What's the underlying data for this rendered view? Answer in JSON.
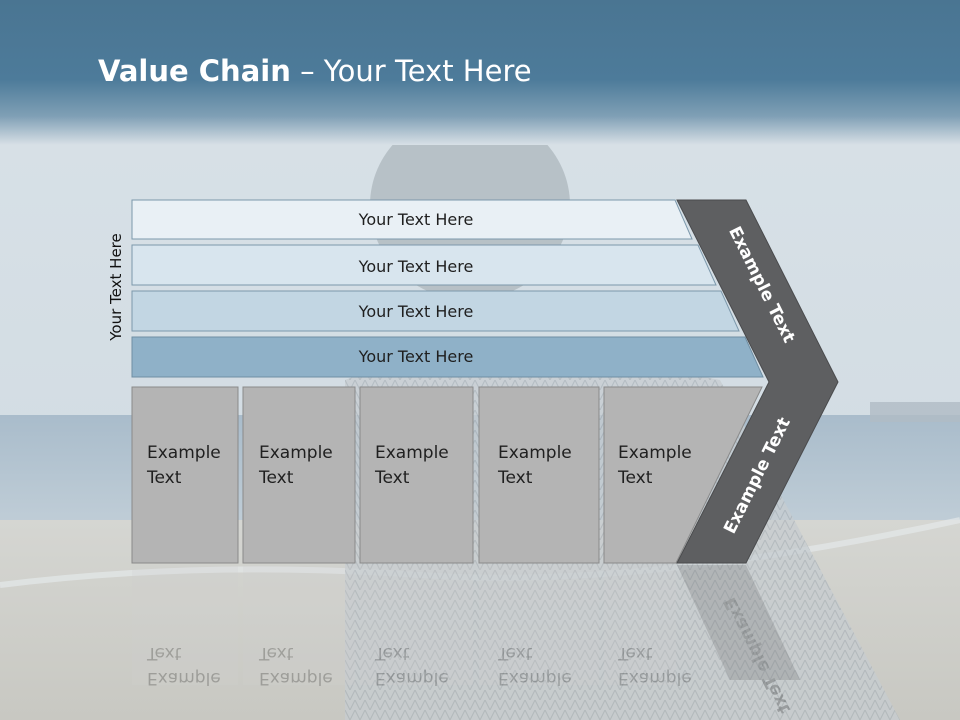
{
  "slide": {
    "title_bold": "Value Chain",
    "title_rest": " – Your Text Here",
    "side_label": "Your Text Here"
  },
  "rows": [
    {
      "label": "Your Text Here",
      "fill": "#e9f0f5"
    },
    {
      "label": "Your Text Here",
      "fill": "#d8e5ee"
    },
    {
      "label": "Your Text Here",
      "fill": "#c2d6e3"
    },
    {
      "label": "Your Text Here",
      "fill": "#8fb1c8"
    }
  ],
  "columns": [
    {
      "line1": "Example",
      "line2": "Text"
    },
    {
      "line1": "Example",
      "line2": "Text"
    },
    {
      "line1": "Example",
      "line2": "Text"
    },
    {
      "line1": "Example",
      "line2": "Text"
    },
    {
      "line1": "Example",
      "line2": "Text"
    }
  ],
  "arrow": {
    "upper_label": "Example Text",
    "lower_label": "Example Text",
    "color": "#5e5f61"
  },
  "colors": {
    "column_fill": "#b4b4b4",
    "header_band": "#4d7b9a"
  }
}
